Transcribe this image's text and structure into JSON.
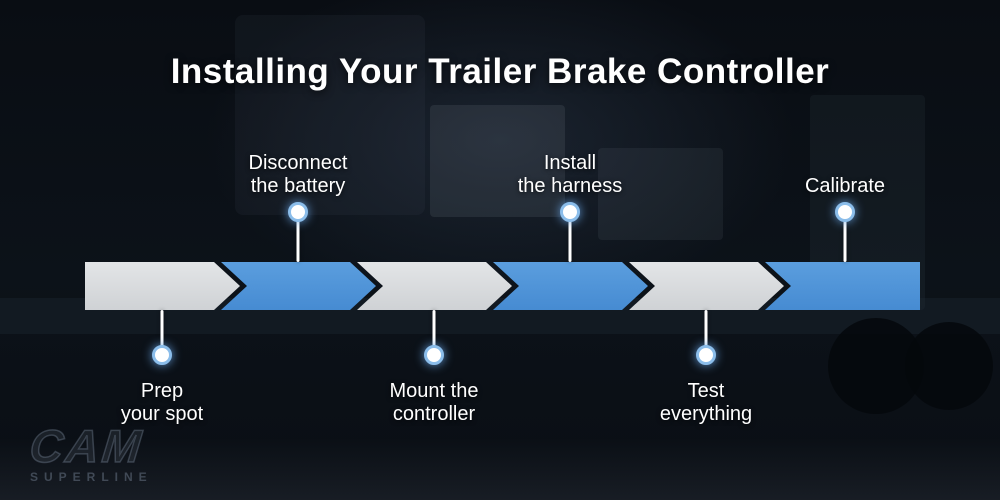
{
  "title": "Installing Your Trailer Brake Controller",
  "timeline": {
    "steps": [
      {
        "label": "Prep\nyour spot",
        "side": "below",
        "color": "gray"
      },
      {
        "label": "Disconnect\nthe battery",
        "side": "above",
        "color": "blue"
      },
      {
        "label": "Mount the\ncontroller",
        "side": "below",
        "color": "gray"
      },
      {
        "label": "Install\nthe harness",
        "side": "above",
        "color": "blue"
      },
      {
        "label": "Test\neverything",
        "side": "below",
        "color": "gray"
      },
      {
        "label": "Calibrate",
        "side": "above",
        "color": "blue"
      }
    ]
  },
  "watermark": {
    "brand": "CAM",
    "sub": "SUPERLINE"
  },
  "colors": {
    "accent_blue": "#4e95d9",
    "segment_gray": "#d9dbdd",
    "background": "#0a0f16",
    "text": "#ffffff"
  }
}
